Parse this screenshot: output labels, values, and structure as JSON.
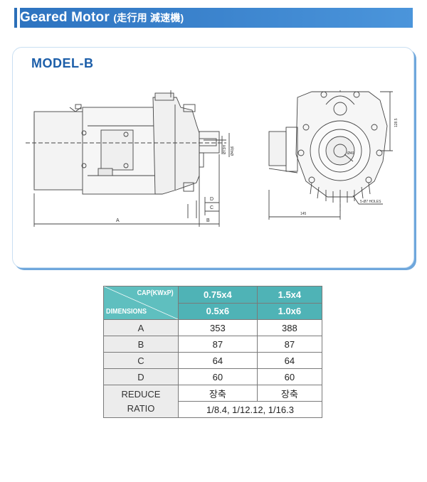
{
  "header": {
    "title": "Geared Motor",
    "subtitle": "(走行用 減速機)"
  },
  "model": {
    "label": "MODEL-B"
  },
  "drawing": {
    "labels": {
      "A": "A",
      "B": "B",
      "C": "C",
      "D": "D",
      "phi_bore": "Ø73H",
      "phi_shaft": "Ø40j6",
      "height": "128.5",
      "width": "145",
      "holes": "5-Ø7 HOLES",
      "hub": "Ø40"
    }
  },
  "table": {
    "header_cap": "CAP(KWxP)",
    "header_dim": "DIMENSIONS",
    "col1_top": "0.75x4",
    "col2_top": "1.5x4",
    "col1_sub": "0.5x6",
    "col2_sub": "1.0x6",
    "rows": [
      {
        "label": "A",
        "v1": "353",
        "v2": "388"
      },
      {
        "label": "B",
        "v1": "87",
        "v2": "87"
      },
      {
        "label": "C",
        "v1": "64",
        "v2": "64"
      },
      {
        "label": "D",
        "v1": "60",
        "v2": "60"
      }
    ],
    "reduce_label_1": "REDUCE",
    "reduce_label_2": "RATIO",
    "reduce_v1": "장축",
    "reduce_v2": "장축",
    "reduce_ratio": "1/8.4, 1/12.12, 1/16.3"
  }
}
